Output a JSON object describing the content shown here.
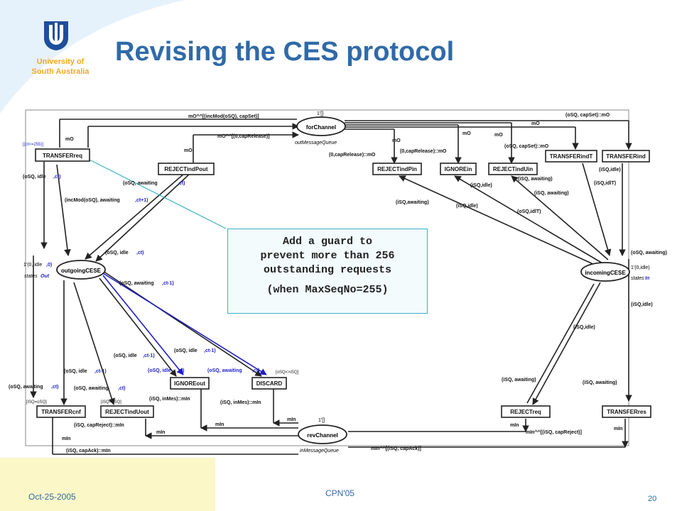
{
  "header": {
    "university_name": "University of\nSouth Australia",
    "title": "Revising the CES protocol"
  },
  "callout": {
    "line1": "Add a guard to\nprevent more than 256\noutstanding requests",
    "line2": "(when MaxSeqNo=255)"
  },
  "footer": {
    "date": "Oct-25-2005",
    "conference": "CPN'05",
    "page": "20"
  },
  "colors": {
    "title": "#2f6aa8",
    "university": "#f2a91f",
    "highlight": "#1f1fc8",
    "callout_border": "#3ab2c5"
  },
  "diagram": {
    "places": {
      "forChannel": {
        "name": "forChannel",
        "marking": "1'[]",
        "type": "outMessageQueue"
      },
      "revChannel": {
        "name": "revChannel",
        "marking": "1'[]",
        "type": "inMessageQueue"
      },
      "outgoingCESE": {
        "name": "outgoingCESE",
        "marking_a": "1'(0, idle ",
        "marking_b": ",0)",
        "states_a": "states",
        "states_b": "Out"
      },
      "incomingCESE": {
        "name": "incomingCESE",
        "marking": "1'(0,idle)",
        "states_a": "states",
        "states_b": "In"
      }
    },
    "transitions": {
      "TRANSFERreq": "TRANSFERreq",
      "REJECTindPout": "REJECTindPout",
      "REJECTindPin": "REJECTindPin",
      "IGNOREin": "IGNOREin",
      "REJECTindUin": "REJECTindUin",
      "TRANSFERindT": "TRANSFERindT",
      "TRANSFERind": "TRANSFERind",
      "TRANSFERcnf": "TRANSFERcnf",
      "REJECTindUout": "REJECTindUout",
      "IGNOREout": "IGNOREout",
      "DISCARD": "DISCARD",
      "REJECTreq": "REJECTreq",
      "TRANSFERres": "TRANSFERres"
    },
    "guards": {
      "transferreq_guard": "[(ct<=255)]",
      "transfercnf_guard": "[iSQ=oSQ]",
      "rejectinduout_guard": "[iSQ=oSQ]",
      "discard_guard": "[oSQ<>iSQ]"
    },
    "arcs": {
      "top_mO_cap": "mO^^[(incMod(oSQ), capSet)]",
      "mo_left1": "mO",
      "mo_left2": "mO",
      "mo_cap_release": "mO^^[(0,capRelease)]",
      "mo_mid1": "mO",
      "cap_release_mo": "(0,capRelease)::mO",
      "cap_release_mo2": "(0,capRelease)::mO",
      "mo_mid2": "mO",
      "mo_mid3": "mO",
      "osq_capset_mo": "(oSQ, capSet)::mO",
      "osq_capset_top": "(oSQ, capSet)::mO",
      "mo_right": "mO",
      "osq_idle_a": "(oSQ, idle ",
      "osq_idle_b": ",ct)",
      "osq_awaiting_a": "(oSQ, awaiting ",
      "osq_awaiting_b": ",ct)",
      "incmod_a": "(incMod(oSQ), awaiting ",
      "incmod_b": ",ct+1)",
      "osq_idle2_a": "(oSQ, idle ",
      "osq_idle2_b": ",ct)",
      "osq_awaiting2_a": "(oSQ, awaiting ",
      "osq_awaiting2_b": ",ct-1)",
      "isq_awaiting_1": "(iSQ,awaiting)",
      "isq_idle_1": "(iSQ,idle)",
      "isq_idle_2": "(iSQ,idle)",
      "isq_awaiting_2": "(iSQ, awaiting)",
      "isq_awaiting_3": "(iSQ, awaiting)",
      "osq_idlt": "(oSQ,idlT)",
      "isq_idle_3": "(iSQ,idle)",
      "isq_idlt": "(iSQ,idlT)",
      "osq_awaiting_r": "(oSQ, awaiting)",
      "isq_idle_r": "(iSQ,idle)",
      "isq_idle_mid": "(iSQ,idle)",
      "isq_awaiting_low": "(iSQ, awaiting)",
      "isq_awaiting_low2": "(iSQ, awaiting)",
      "osq_idle_ct1_a": "(oSQ, idle ",
      "osq_idle_ct1_b": ",ct-1)",
      "osq_idle_ct1c_a": "(oSQ, idle ",
      "osq_idle_ct1c_b": ",ct-1)",
      "osq_idle_ct1d_a": "(oSQ, idle ",
      "osq_idle_ct1d_b": ",ct-1)",
      "osq_idle_ct_blue": "(oSQ, idle ",
      "osq_idle_ct_blue_b": ",ct)",
      "osq_awaiting_ct_blue": "(oSQ, awaiting ",
      "osq_awaiting_ct_blue_b": ",ct)",
      "osq_awaiting_cnf_a": "(oSQ, awaiting ",
      "osq_awaiting_cnf_b": ",ct)",
      "osq_awaiting_uout_a": "(oSQ, awaiting ",
      "osq_awaiting_uout_b": ",ct)",
      "isq_inmes_min": "(iSQ, inMes)::mIn",
      "isq_inmes_min2": "(iSQ, inMes)::mIn",
      "min_1": "mIn",
      "min_2": "mIn",
      "min_3": "mIn",
      "min_4": "mIn",
      "min_5": "mIn",
      "min_6": "mIn",
      "min_7": "mIn",
      "isq_capreject_min": "(iSQ, capReject)::mIn",
      "isq_capack_min": "(iSQ, capAck)::mIn",
      "min_capreject": "mIn^^[(iSQ, capReject)]",
      "min_capack": "mIn^^[(iSQ, capAck)]"
    }
  }
}
